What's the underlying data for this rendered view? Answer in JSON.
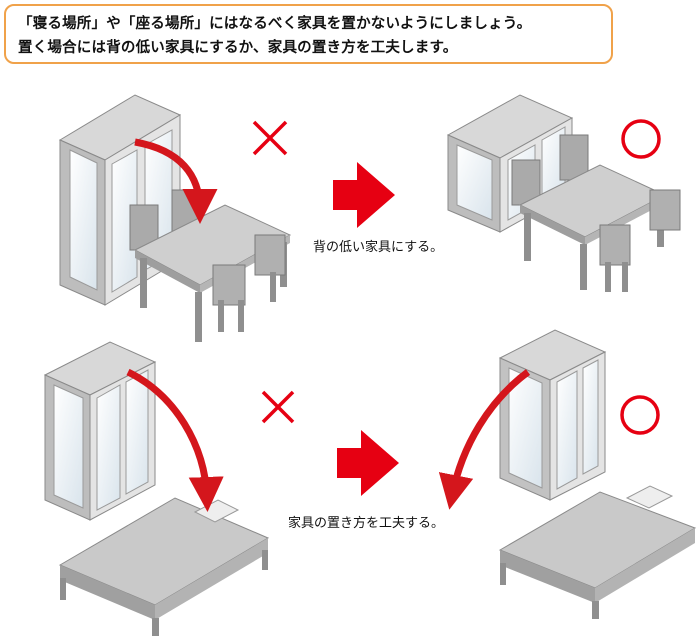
{
  "notice": {
    "line1": "「寝る場所」や「座る場所」にはなるべく家具を置かないようにしましょう。",
    "line2": "置く場合には背の低い家具にするか、家具の置き方を工夫します。"
  },
  "rows": [
    {
      "caption": "背の低い家具にする。",
      "bad_mark": "×",
      "good_mark": "○"
    },
    {
      "caption": "家具の置き方を工夫する。",
      "bad_mark": "×",
      "good_mark": "○"
    }
  ],
  "colors": {
    "accent_border": "#f0a24a",
    "mark_red": "#e60012",
    "furniture_gray": "#b9b9b9"
  },
  "icons": [
    "cabinet-icon",
    "dining-set-icon",
    "bed-icon",
    "fall-arrow-icon",
    "right-arrow-icon",
    "cross-mark-icon",
    "circle-mark-icon"
  ]
}
